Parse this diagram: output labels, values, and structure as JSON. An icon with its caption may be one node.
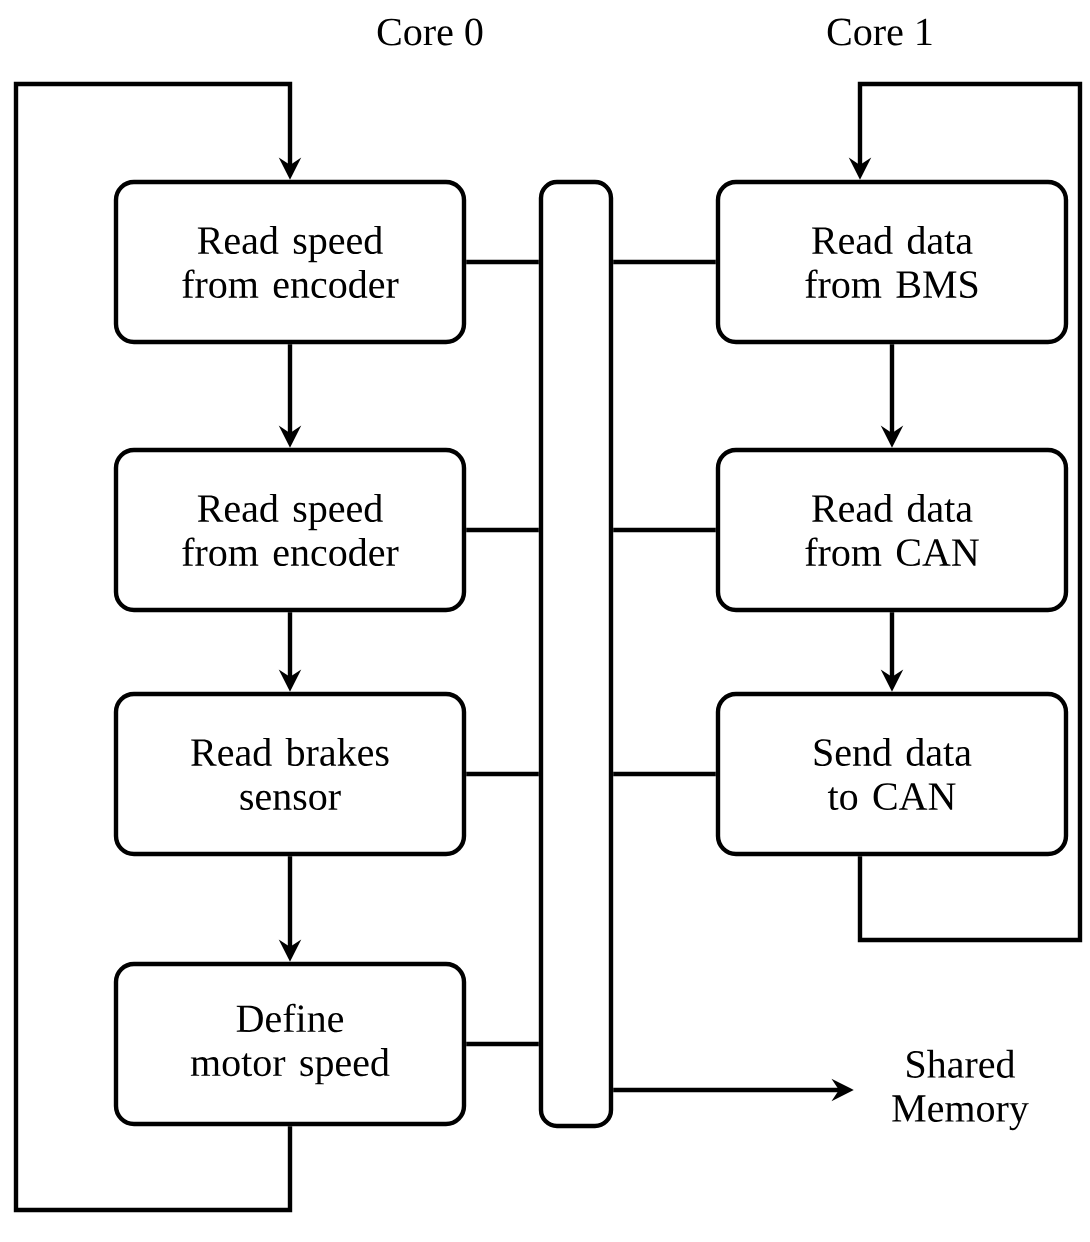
{
  "diagram": {
    "nodes": [
      {
        "text": [
          "Read speed from encoder"
        ]
      },
      {
        "text": [
          "Read speed from encoder"
        ]
      },
      {
        "text": [
          "Read brakes sensor"
        ]
      },
      {
        "text": [
          "Define motor speed"
        ]
      },
      {
        "text": [],
        "shape": "bar"
      },
      {
        "text": [
          "Read data from BMS"
        ]
      },
      {
        "text": [
          "Read data from CAN"
        ]
      },
      {
        "text": [
          "Send data to CAN"
        ]
      },
      {
        "text": [
          "Shared Memory"
        ]
      }
    ],
    "edges": [
      {
        "from": 0,
        "to": 1,
        "arrow": "to"
      },
      {
        "from": 1,
        "to": 2,
        "arrow": "to"
      },
      {
        "from": 2,
        "to": 3,
        "arrow": "to"
      },
      {
        "from": 3,
        "to": 0,
        "arrow": "to"
      },
      {
        "from": 5,
        "to": 6,
        "arrow": "to"
      },
      {
        "from": 6,
        "to": 7,
        "arrow": "to"
      },
      {
        "from": 7,
        "to": 5,
        "arrow": "to"
      },
      {
        "from": 0,
        "to": 4,
        "arrow": "none"
      },
      {
        "from": 1,
        "to": 4,
        "arrow": "none"
      },
      {
        "from": 2,
        "to": 4,
        "arrow": "none"
      },
      {
        "from": 3,
        "to": 4,
        "arrow": "none"
      },
      {
        "from": 5,
        "to": 4,
        "arrow": "none"
      },
      {
        "from": 6,
        "to": 4,
        "arrow": "none"
      },
      {
        "from": 7,
        "to": 4,
        "arrow": "none"
      },
      {
        "from": 4,
        "to": 8,
        "arrow": "to"
      }
    ],
    "labels": [
      "Core 0",
      "Core 1"
    ]
  }
}
